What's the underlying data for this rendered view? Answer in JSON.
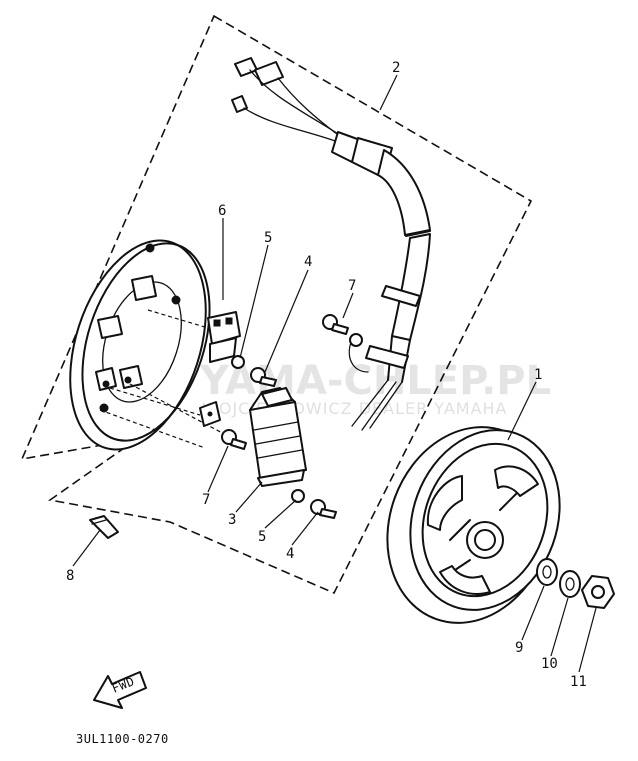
{
  "watermark": {
    "title": "YAMA-CHLEP.PL",
    "subtitle": "WOJCIECHOWICZ DEALER YAMAHA",
    "logo": "yamaha-tuning-fork-logo"
  },
  "parts": [
    {
      "id": "p1",
      "label": "1"
    },
    {
      "id": "p2",
      "label": "2"
    },
    {
      "id": "p3",
      "label": "3"
    },
    {
      "id": "p4a",
      "label": "4"
    },
    {
      "id": "p4b",
      "label": "4"
    },
    {
      "id": "p5a",
      "label": "5"
    },
    {
      "id": "p5b",
      "label": "5"
    },
    {
      "id": "p6",
      "label": "6"
    },
    {
      "id": "p7a",
      "label": "7"
    },
    {
      "id": "p7b",
      "label": "7"
    },
    {
      "id": "p8",
      "label": "8"
    },
    {
      "id": "p9",
      "label": "9"
    },
    {
      "id": "p10",
      "label": "10"
    },
    {
      "id": "p11",
      "label": "11"
    }
  ],
  "direction_arrow": {
    "label": "FWD"
  },
  "diagram_code": "3UL1100-0270"
}
